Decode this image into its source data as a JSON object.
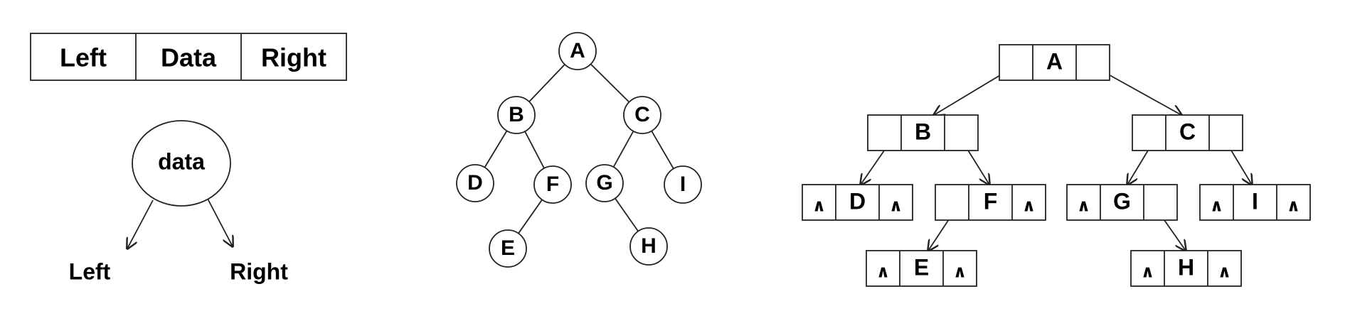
{
  "node_structure": {
    "fields": [
      "Left",
      "Data",
      "Right"
    ],
    "circle_label": "data",
    "left_label": "Left",
    "right_label": "Right"
  },
  "tree": {
    "nodes": [
      "A",
      "B",
      "C",
      "D",
      "F",
      "G",
      "I",
      "E",
      "H"
    ],
    "edges": [
      [
        "A",
        "B"
      ],
      [
        "A",
        "C"
      ],
      [
        "B",
        "D"
      ],
      [
        "B",
        "F"
      ],
      [
        "F",
        "E"
      ],
      [
        "C",
        "G"
      ],
      [
        "C",
        "I"
      ],
      [
        "G",
        "H"
      ]
    ]
  },
  "linked_tree": {
    "null_symbol": "∧",
    "nodes": [
      {
        "id": "A",
        "left": "",
        "right": ""
      },
      {
        "id": "B",
        "left": "",
        "right": ""
      },
      {
        "id": "C",
        "left": "",
        "right": ""
      },
      {
        "id": "D",
        "left": "∧",
        "right": "∧"
      },
      {
        "id": "F",
        "left": "",
        "right": "∧"
      },
      {
        "id": "G",
        "left": "∧",
        "right": ""
      },
      {
        "id": "I",
        "left": "∧",
        "right": "∧"
      },
      {
        "id": "E",
        "left": "∧",
        "right": "∧"
      },
      {
        "id": "H",
        "left": "∧",
        "right": "∧"
      }
    ]
  }
}
